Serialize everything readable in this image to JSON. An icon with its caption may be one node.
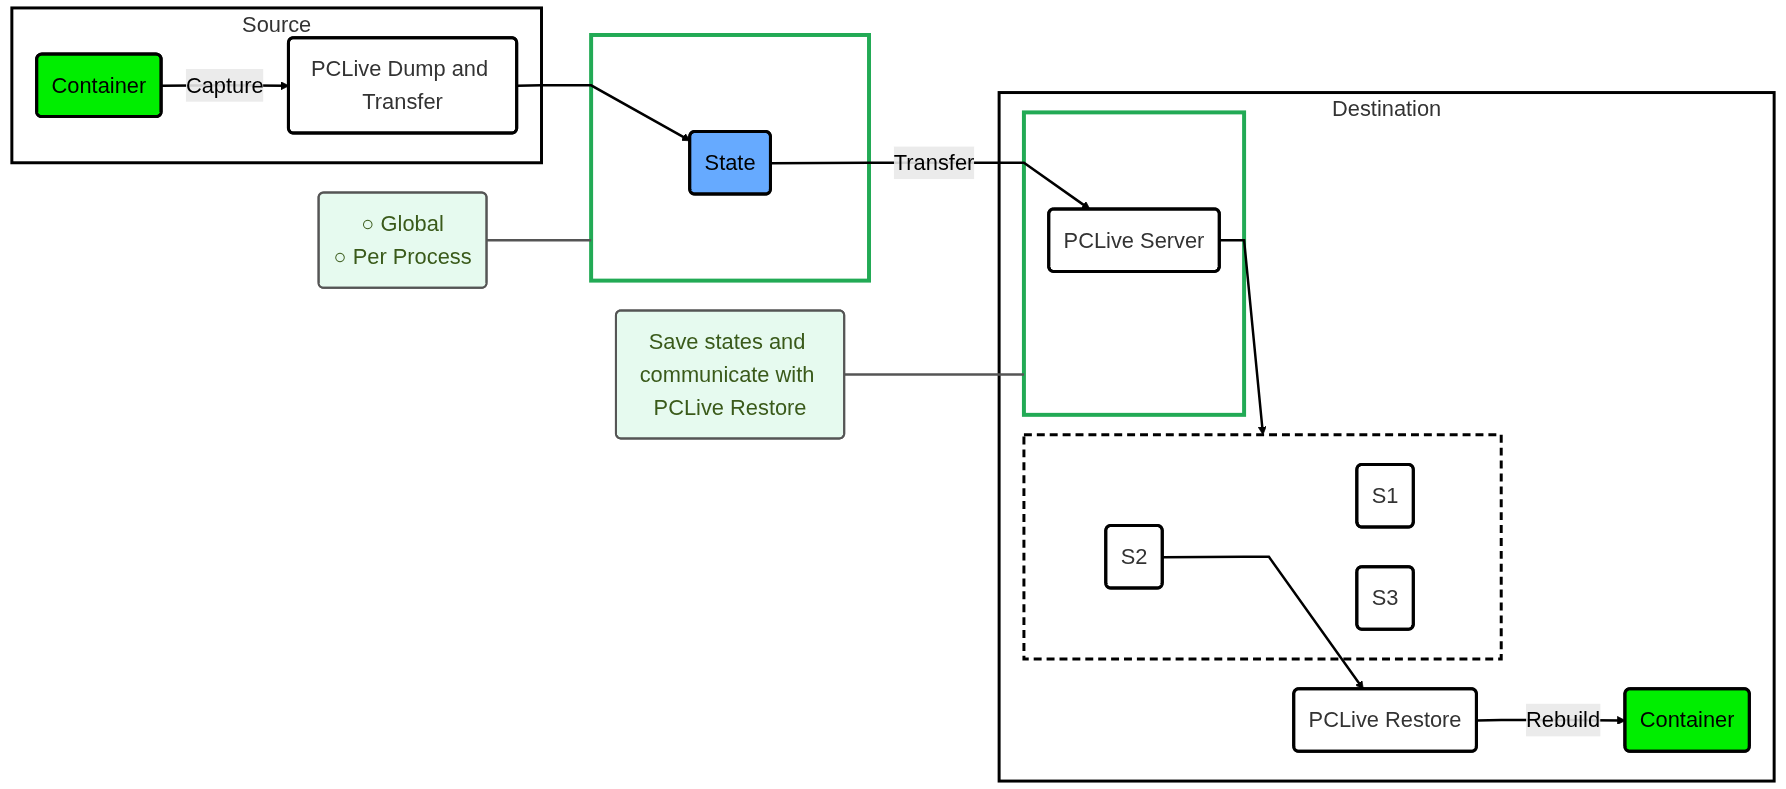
{
  "diagram": {
    "nodes": [
      {
        "text": [
          "Source"
        ]
      },
      {
        "text": [
          "Container"
        ],
        "in": 0
      },
      {
        "text": [
          "PCLive Dump and Transfer"
        ],
        "in": 0
      },
      {
        "text": [],
        "shape": "box"
      },
      {
        "text": [
          "State"
        ],
        "in": 3
      },
      {
        "text": [
          "○ Global",
          "○ Per Process"
        ]
      },
      {
        "text": [
          "Destination"
        ]
      },
      {
        "text": [],
        "shape": "box",
        "in": 6
      },
      {
        "text": [
          "S1"
        ],
        "in": 7
      },
      {
        "text": [
          "S2"
        ],
        "in": 7
      },
      {
        "text": [
          "S3"
        ],
        "in": 7
      },
      {
        "text": [],
        "shape": "box",
        "in": 6
      },
      {
        "text": [
          "PCLive Server"
        ],
        "in": 11
      },
      {
        "text": [
          "PCLive Restore"
        ],
        "in": 6
      },
      {
        "text": [
          "Container"
        ],
        "in": 6
      },
      {
        "text": [
          "Save states and communicate with PCLive Restore"
        ]
      }
    ],
    "edges": [
      {
        "from": 1,
        "to": 2,
        "arrow": "to",
        "label": "Capture"
      },
      {
        "from": 2,
        "to": 4,
        "arrow": "to"
      },
      {
        "from": 4,
        "to": 12,
        "arrow": "to",
        "label": "Transfer"
      },
      {
        "from": 12,
        "to": 7,
        "arrow": "to"
      },
      {
        "from": 9,
        "to": 13,
        "arrow": "to"
      },
      {
        "from": 13,
        "to": 14,
        "arrow": "to",
        "label": "Rebuild"
      },
      {
        "from": 5,
        "to": 3,
        "arrow": "none",
        "color": "#555555"
      },
      {
        "from": 15,
        "to": 11,
        "arrow": "none",
        "color": "#555555"
      }
    ]
  }
}
